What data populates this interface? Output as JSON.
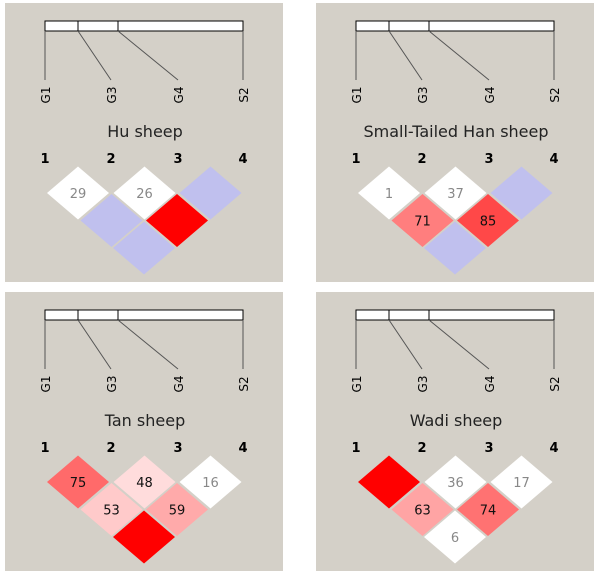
{
  "markers": [
    "G1",
    "G3",
    "G4",
    "S2"
  ],
  "marker_numbers": [
    "1",
    "2",
    "3",
    "4"
  ],
  "colors": {
    "background": "#d4d0c8",
    "lavender": "#c0c0ee",
    "white": "#ffffff",
    "red": "#ff0000"
  },
  "panels": [
    {
      "title": "Hu sheep",
      "cells": [
        {
          "i": 1,
          "j": 2,
          "value": "29",
          "color": "#ffffff"
        },
        {
          "i": 2,
          "j": 3,
          "value": "26",
          "color": "#ffffff"
        },
        {
          "i": 3,
          "j": 4,
          "value": "",
          "color": "#c0c0ee"
        },
        {
          "i": 1,
          "j": 3,
          "value": "",
          "color": "#c0c0ee"
        },
        {
          "i": 2,
          "j": 4,
          "value": "",
          "color": "#ff0000"
        },
        {
          "i": 1,
          "j": 4,
          "value": "",
          "color": "#c0c0ee"
        }
      ]
    },
    {
      "title": "Small-Tailed Han sheep",
      "cells": [
        {
          "i": 1,
          "j": 2,
          "value": "1",
          "color": "#ffffff"
        },
        {
          "i": 2,
          "j": 3,
          "value": "37",
          "color": "#ffffff"
        },
        {
          "i": 3,
          "j": 4,
          "value": "",
          "color": "#c0c0ee"
        },
        {
          "i": 1,
          "j": 3,
          "value": "71",
          "color": "#ff7e7e"
        },
        {
          "i": 2,
          "j": 4,
          "value": "85",
          "color": "#ff4848"
        },
        {
          "i": 1,
          "j": 4,
          "value": "",
          "color": "#c0c0ee"
        }
      ]
    },
    {
      "title": "Tan sheep",
      "cells": [
        {
          "i": 1,
          "j": 2,
          "value": "75",
          "color": "#ff6a6a"
        },
        {
          "i": 2,
          "j": 3,
          "value": "48",
          "color": "#ffdcdc"
        },
        {
          "i": 3,
          "j": 4,
          "value": "16",
          "color": "#ffffff"
        },
        {
          "i": 1,
          "j": 3,
          "value": "53",
          "color": "#ffcaca"
        },
        {
          "i": 2,
          "j": 4,
          "value": "59",
          "color": "#ffaaaa"
        },
        {
          "i": 1,
          "j": 4,
          "value": "",
          "color": "#ff0000"
        }
      ]
    },
    {
      "title": "Wadi sheep",
      "cells": [
        {
          "i": 1,
          "j": 2,
          "value": "",
          "color": "#ff0000"
        },
        {
          "i": 2,
          "j": 3,
          "value": "36",
          "color": "#ffffff"
        },
        {
          "i": 3,
          "j": 4,
          "value": "17",
          "color": "#ffffff"
        },
        {
          "i": 1,
          "j": 3,
          "value": "63",
          "color": "#ffa4a4"
        },
        {
          "i": 2,
          "j": 4,
          "value": "74",
          "color": "#ff7272"
        },
        {
          "i": 1,
          "j": 4,
          "value": "6",
          "color": "#ffffff"
        }
      ]
    }
  ]
}
